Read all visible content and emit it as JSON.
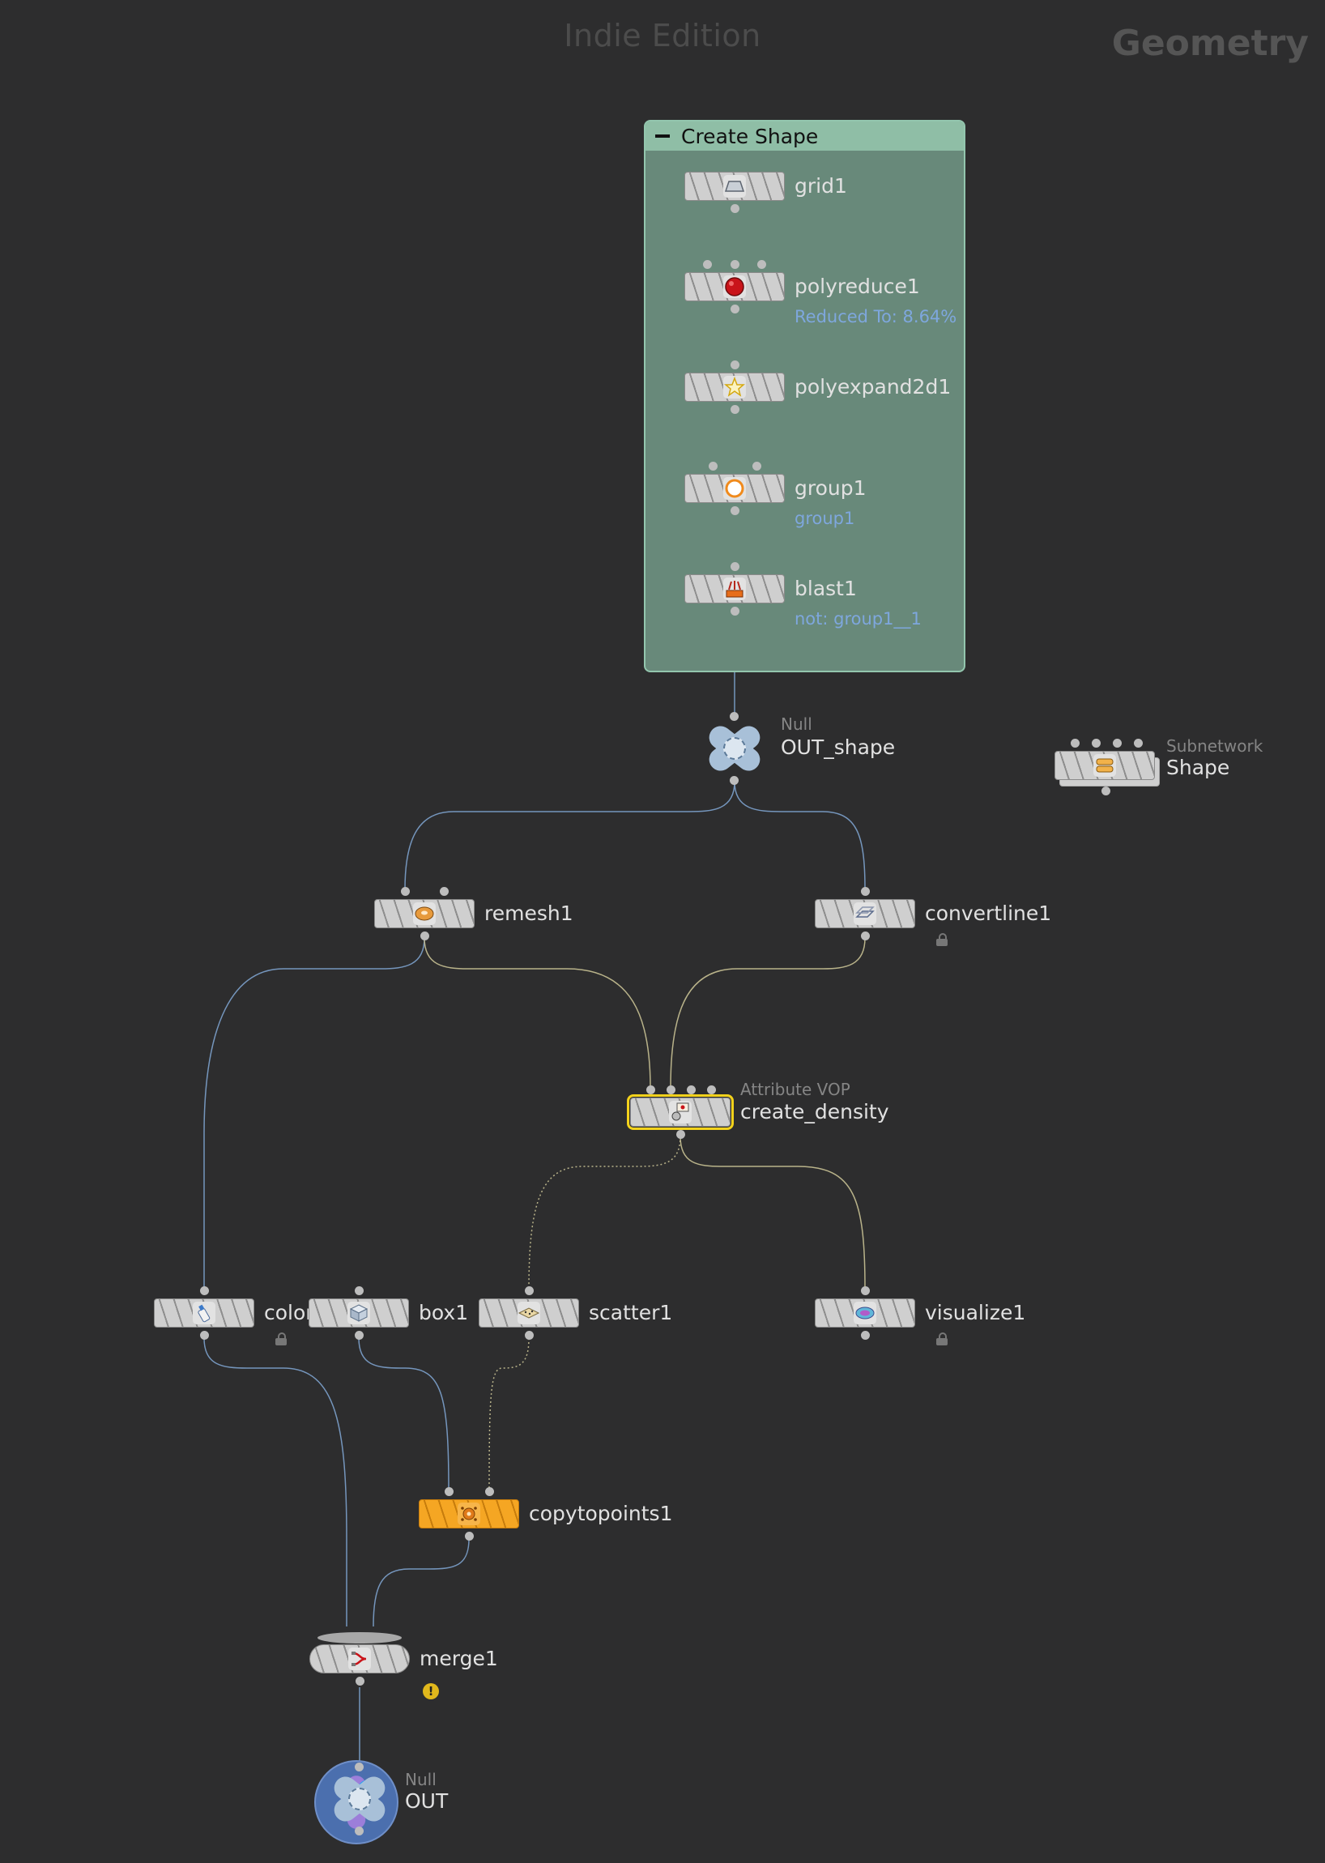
{
  "watermark": {
    "edition": "Indie Edition",
    "context": "Geometry"
  },
  "network_box": {
    "title": "Create Shape"
  },
  "nodes": {
    "grid1": {
      "label": "grid1"
    },
    "polyreduce1": {
      "label": "polyreduce1",
      "info": "Reduced To: 8.64%"
    },
    "polyexpand2d1": {
      "label": "polyexpand2d1"
    },
    "group1": {
      "label": "group1",
      "info": "group1"
    },
    "blast1": {
      "label": "blast1",
      "info": "not: group1__1"
    },
    "out_shape": {
      "type": "Null",
      "label": "OUT_shape"
    },
    "shape": {
      "type": "Subnetwork",
      "label": "Shape"
    },
    "remesh1": {
      "label": "remesh1"
    },
    "convertline1": {
      "label": "convertline1"
    },
    "create_density": {
      "type": "Attribute VOP",
      "label": "create_density"
    },
    "color1": {
      "label": "color1"
    },
    "box1": {
      "label": "box1"
    },
    "scatter1": {
      "label": "scatter1"
    },
    "visualize1": {
      "label": "visualize1"
    },
    "copytopoints1": {
      "label": "copytopoints1"
    },
    "merge1": {
      "label": "merge1"
    },
    "out": {
      "type": "Null",
      "label": "OUT"
    }
  },
  "colors": {
    "wire_blue": "#7596bd",
    "wire_tan": "#b9b38a",
    "network_box": "#68897a",
    "network_box_header": "#8fbea6",
    "selected_outline": "#f3d21b",
    "display_flag": "#f5a623"
  },
  "icons": {
    "grid1": "grid-icon",
    "polyreduce1": "polyreduce-icon",
    "polyexpand2d1": "polyexpand-star-icon",
    "group1": "group-ring-icon",
    "blast1": "blast-icon",
    "remesh1": "remesh-donut-icon",
    "convertline1": "convertline-icon",
    "create_density": "attribvop-icon",
    "color1": "color-bottle-icon",
    "box1": "box-cube-icon",
    "scatter1": "scatter-icon",
    "visualize1": "visualize-icon",
    "copytopoints1": "copytopoints-icon",
    "merge1": "merge-icon",
    "shape": "subnetwork-icon"
  }
}
